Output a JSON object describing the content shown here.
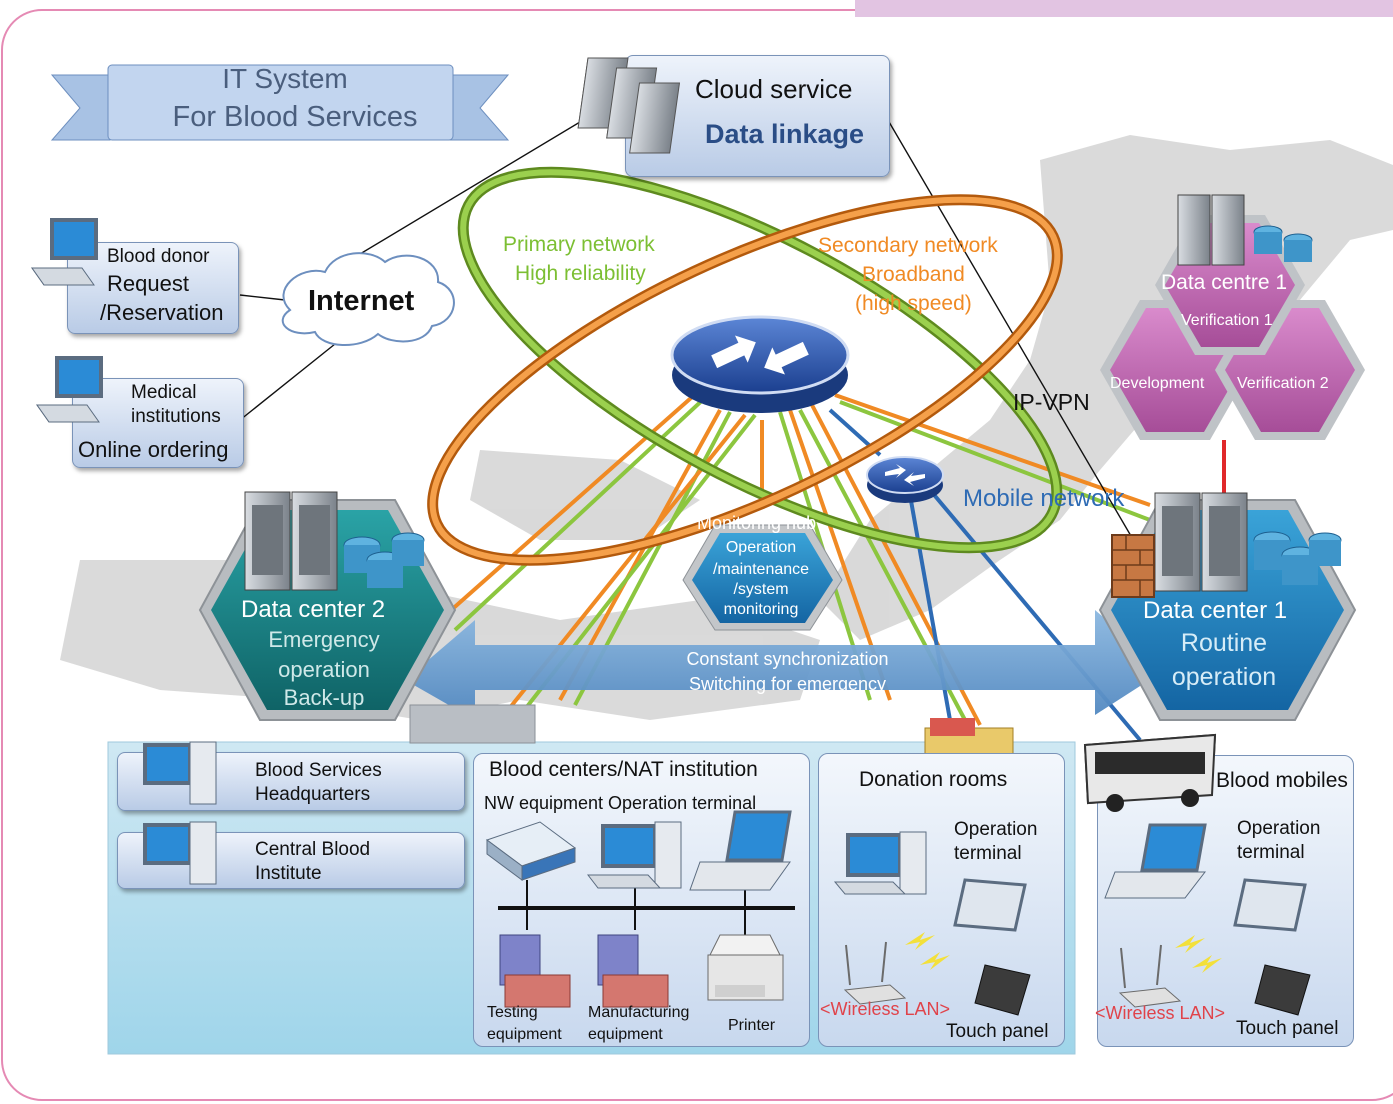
{
  "title": {
    "line1": "IT System",
    "line2": "For Blood Services"
  },
  "cloud": {
    "name": "Cloud service",
    "sub": "Data linkage"
  },
  "internet": "Internet",
  "clients": {
    "donor": {
      "line1": "Blood donor",
      "line2": "Request",
      "line3": "/Reservation"
    },
    "medical": {
      "line1": "Medical",
      "line2": "institutions",
      "line3": "Online ordering"
    }
  },
  "networks": {
    "primary": {
      "line1": "Primary network",
      "line2": "High reliability"
    },
    "secondary": {
      "line1": "Secondary network",
      "line2": "Broadband",
      "line3": "(high speed)"
    },
    "ipvpn": "IP-VPN",
    "mobile": "Mobile network"
  },
  "monitoring": {
    "title": "Monitoring hub",
    "line1": "Operation",
    "line2": "/maintenance",
    "line3": "/system",
    "line4": "monitoring"
  },
  "dc2": {
    "title": "Data center 2",
    "line1": "Emergency",
    "line2": "operation",
    "line3": "Back-up"
  },
  "dc1": {
    "title": "Data center 1",
    "line1": "Routine",
    "line2": "operation"
  },
  "dc_upper": {
    "title": "Data centre 1",
    "verification1": "Verification 1",
    "development": "Development",
    "verification2": "Verification 2"
  },
  "sync": {
    "line1": "Constant synchronization",
    "line2": "Switching for emergency"
  },
  "hq": {
    "line1": "Blood Services",
    "line2": "Headquarters"
  },
  "cbi": {
    "line1": "Central Blood",
    "line2": "Institute"
  },
  "centers": {
    "title": "Blood centers/NAT institution",
    "subtitle": "NW equipment Operation terminal",
    "testing": {
      "line1": "Testing",
      "line2": "equipment"
    },
    "manufacturing": {
      "line1": "Manufacturing",
      "line2": "equipment"
    },
    "printer": "Printer"
  },
  "donation": {
    "title": "Donation rooms",
    "terminal1": "Operation",
    "terminal2": "terminal",
    "wireless": "<Wireless LAN>",
    "touch": "Touch panel"
  },
  "mobiles": {
    "title": "Blood mobiles",
    "terminal1": "Operation",
    "terminal2": "terminal",
    "wireless": "<Wireless LAN>",
    "touch": "Touch panel"
  },
  "colors": {
    "primary": "#8cc63f",
    "secondary": "#f08a24",
    "mobile": "#2e6bb4",
    "teal": "#1b7f82",
    "magenta": "#c167b0",
    "frame": "#e58ab4"
  }
}
